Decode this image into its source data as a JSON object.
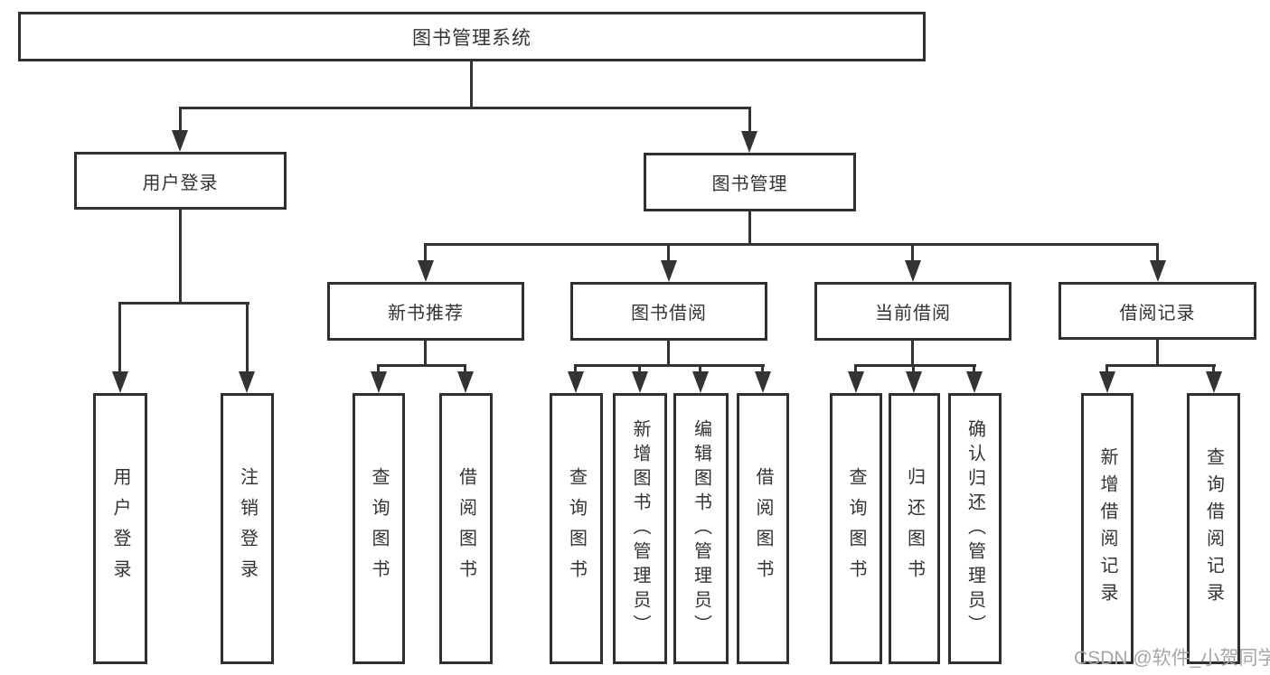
{
  "title": "图书管理系统",
  "tree": {
    "label": "图书管理系统",
    "children": [
      {
        "label": "用户登录",
        "children": [
          {
            "label": "用户登录"
          },
          {
            "label": "注销登录"
          }
        ]
      },
      {
        "label": "图书管理",
        "children": [
          {
            "label": "新书推荐",
            "children": [
              {
                "label": "查询图书"
              },
              {
                "label": "借阅图书"
              }
            ]
          },
          {
            "label": "图书借阅",
            "children": [
              {
                "label": "查询图书"
              },
              {
                "label": "新增图书（管理员）"
              },
              {
                "label": "编辑图书（管理员）"
              },
              {
                "label": "借阅图书"
              }
            ]
          },
          {
            "label": "当前借阅",
            "children": [
              {
                "label": "查询图书"
              },
              {
                "label": "归还图书"
              },
              {
                "label": "确认归还（管理员）"
              }
            ]
          },
          {
            "label": "借阅记录",
            "children": [
              {
                "label": "新增借阅记录"
              },
              {
                "label": "查询借阅记录"
              }
            ]
          }
        ]
      }
    ]
  },
  "watermark": {
    "text": "CSDN @软件_小贺同学"
  },
  "colors": {
    "line": "#333333",
    "border": "#2f2f2f",
    "box_fill": "#ffffff",
    "text": "#333333",
    "watermark": "#a6a6a6",
    "background": "#ffffff"
  }
}
